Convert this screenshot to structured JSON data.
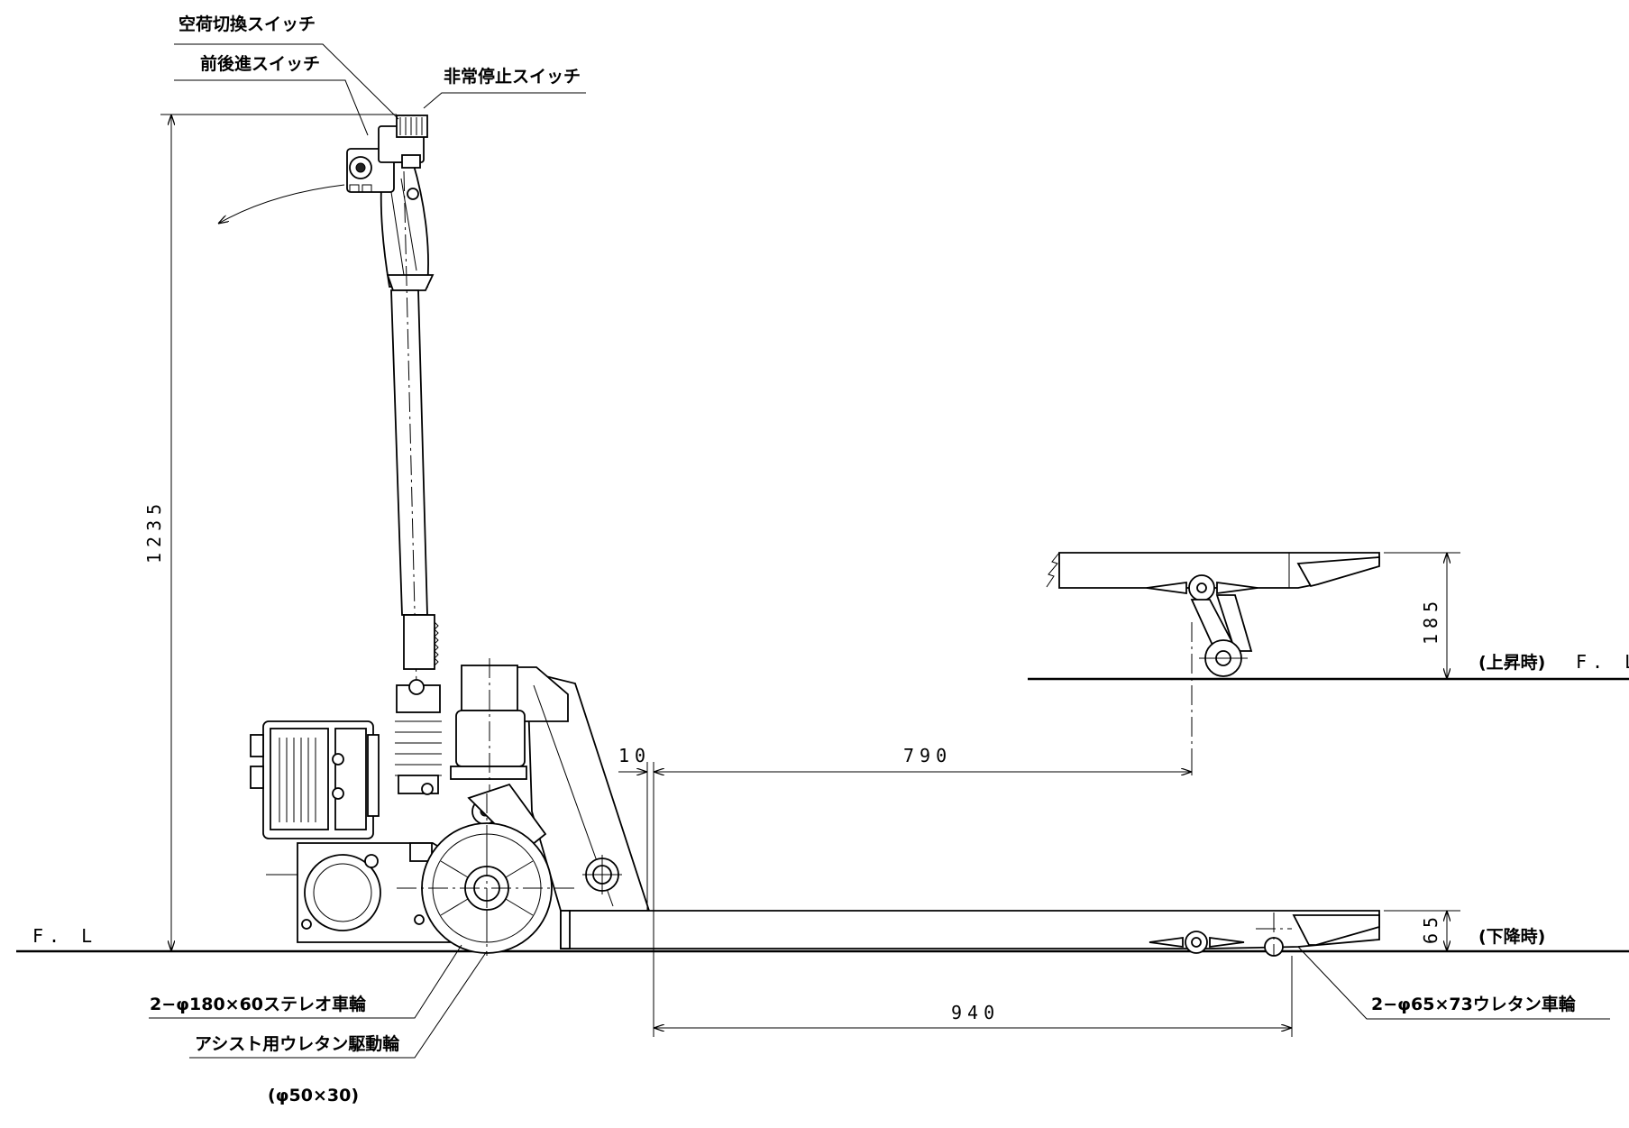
{
  "labels": {
    "empty_load_switch": "空荷切換スイッチ",
    "direction_switch": "前後進スイッチ",
    "emergency_stop": "非常停止スイッチ",
    "stereo_wheel": "2−φ180×60ステレオ車輪",
    "assist_wheel": "アシスト用ウレタン駆動輪",
    "assist_wheel_size": "(φ50×30)",
    "urethane_wheel": "2−φ65×73ウレタン車輪",
    "raised": "(上昇時)",
    "lowered": "(下降時)",
    "floor_left": "F. L",
    "floor_right": "F. L"
  },
  "dimensions": {
    "height_total": "1235",
    "fork_raised": "185",
    "fork_lowered": "65",
    "gap": "10",
    "wheel_distance": "790",
    "fork_length": "940"
  }
}
